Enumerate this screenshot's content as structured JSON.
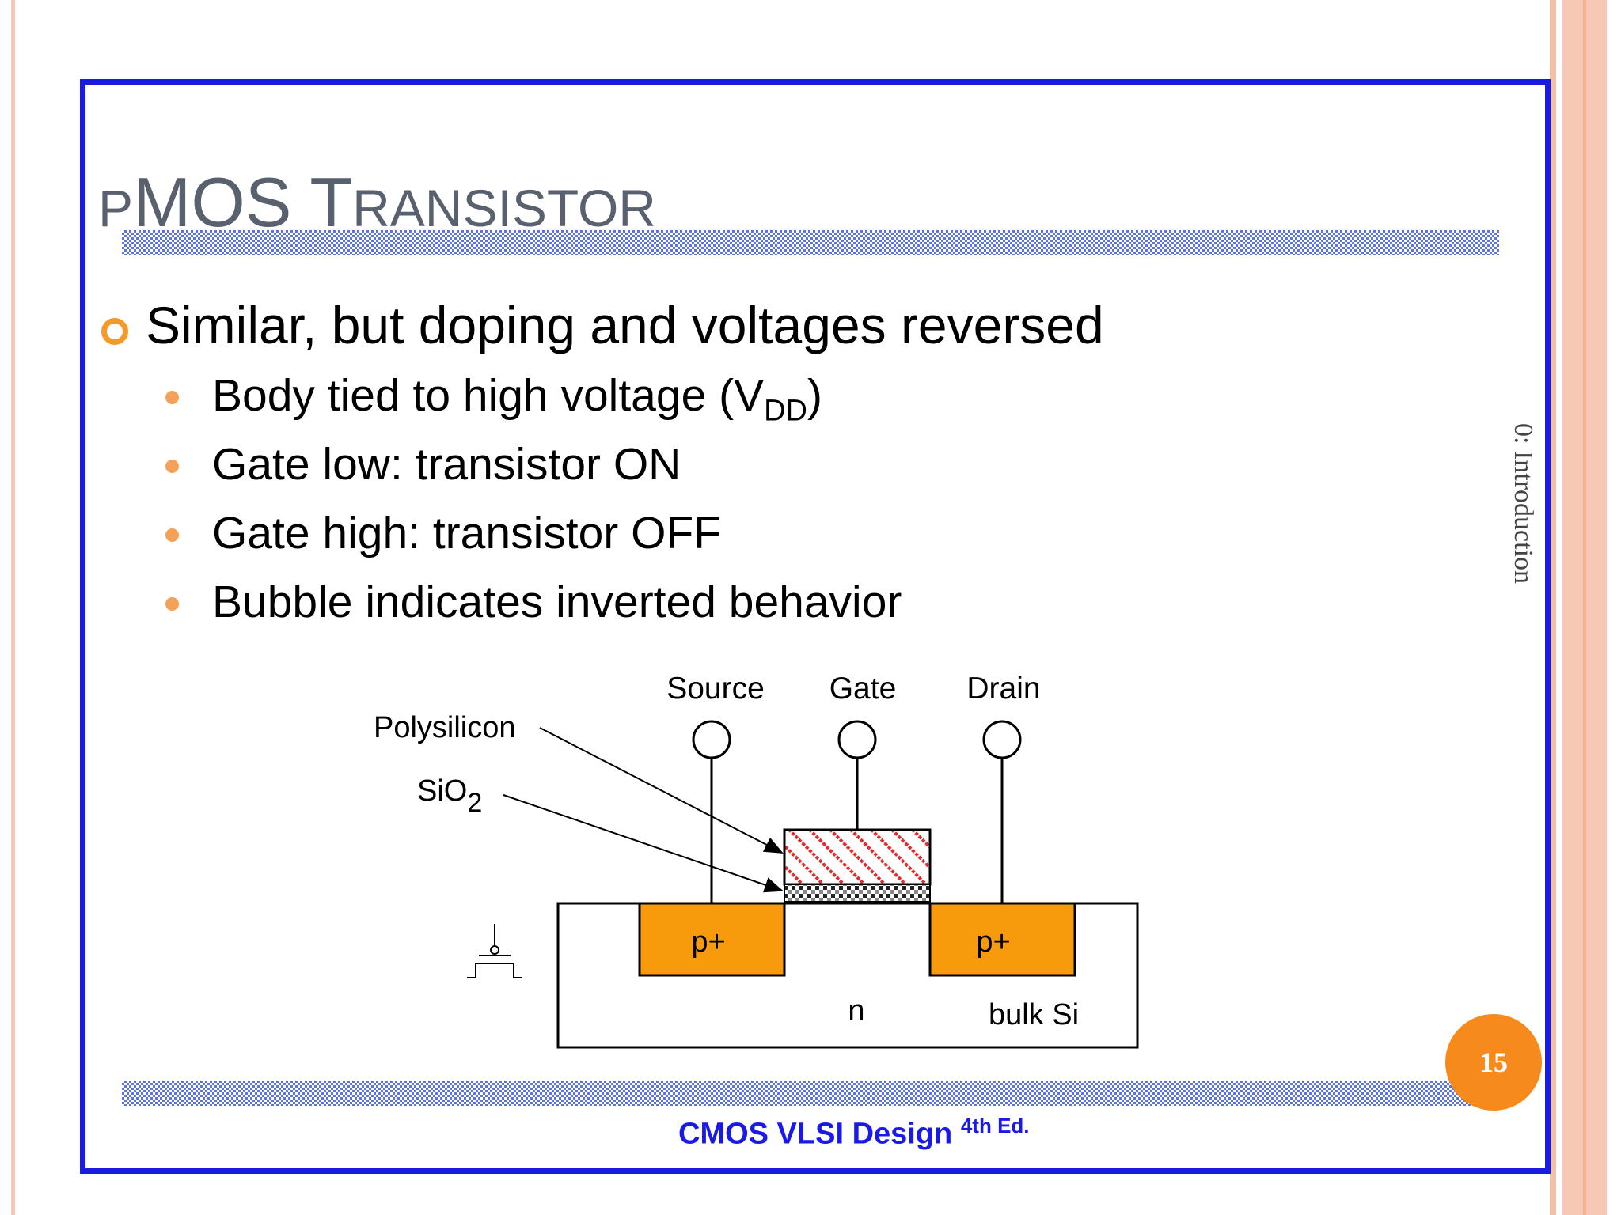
{
  "slide": {
    "title_first": "P",
    "title_mos": "MOS",
    "title_t": " T",
    "title_rest": "RANSISTOR",
    "main_bullet": "Similar, but doping and voltages reversed",
    "sub_bullets": [
      {
        "text": "Body tied to high voltage (V",
        "subscript": "DD",
        "suffix": ")"
      },
      {
        "text": "Gate low: transistor ON"
      },
      {
        "text": "Gate high: transistor OFF"
      },
      {
        "text": "Bubble indicates inverted behavior"
      }
    ],
    "side_label": "0: Introduction",
    "page_number": "15",
    "footer": "CMOS VLSI Design",
    "footer_sup": "4th Ed."
  },
  "diagram": {
    "terminals": [
      "Source",
      "Gate",
      "Drain"
    ],
    "polysilicon_label": "Polysilicon",
    "sio2_label": "SiO",
    "sio2_sub": "2",
    "diffusion_left": "p+",
    "diffusion_right": "p+",
    "well_label": "n",
    "bulk_label": "bulk Si"
  },
  "colors": {
    "frame": "#1a1ae6",
    "accent": "#f78a1c",
    "diffusion": "#f79a0c",
    "title": "#59606e",
    "checker": "#5c73e8"
  }
}
